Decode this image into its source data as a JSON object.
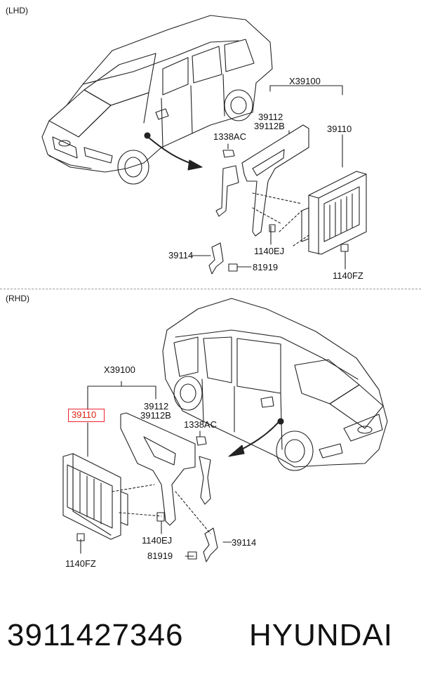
{
  "sections": {
    "lhd": {
      "title": "(LHD)",
      "labels": {
        "assembly": "X39100",
        "bracket_a": "39112",
        "bracket_b": "39112B",
        "ecu": "39110",
        "nut": "1338AC",
        "bolt_ej": "1140EJ",
        "clip": "39114",
        "screw": "81919",
        "bolt_fz": "1140FZ"
      }
    },
    "rhd": {
      "title": "(RHD)",
      "labels": {
        "assembly": "X39100",
        "ecu": "39110",
        "bracket_a": "39112",
        "bracket_b": "39112B",
        "nut": "1338AC",
        "bolt_ej": "1140EJ",
        "clip": "39114",
        "screw": "81919",
        "bolt_fz": "1140FZ"
      }
    }
  },
  "footer": {
    "part_number": "3911427346",
    "brand": "HYUNDAI"
  },
  "colors": {
    "highlight": "#e22233",
    "line": "#222222"
  }
}
